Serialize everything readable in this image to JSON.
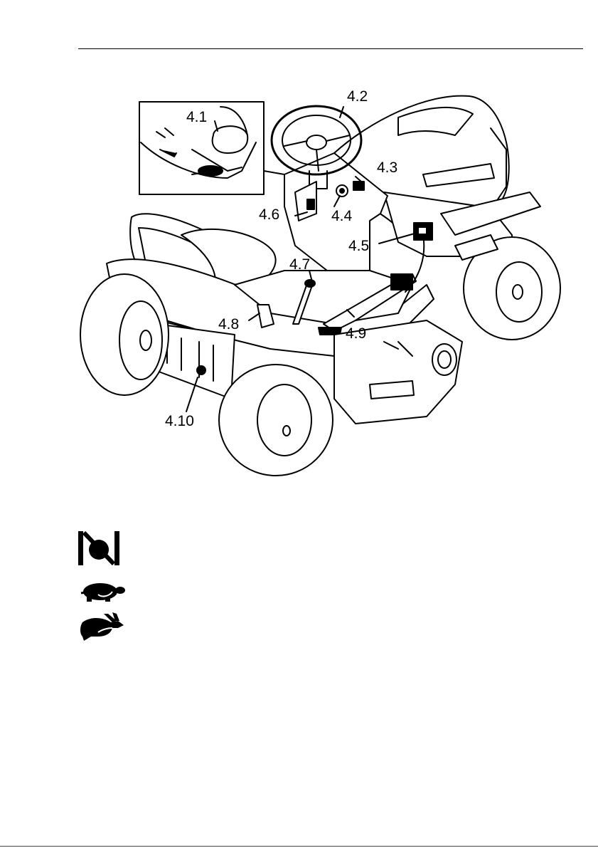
{
  "callouts": {
    "c4_1": "4.1",
    "c4_2": "4.2",
    "c4_3": "4.3",
    "c4_4": "4.4",
    "c4_5": "4.5",
    "c4_6": "4.6",
    "c4_7": "4.7",
    "c4_8": "4.8",
    "c4_9": "4.9",
    "c4_10": "4.10"
  },
  "symbols": [
    {
      "icon": "parking-brake-icon"
    },
    {
      "icon": "turtle-slow-icon"
    },
    {
      "icon": "rabbit-fast-icon"
    }
  ]
}
